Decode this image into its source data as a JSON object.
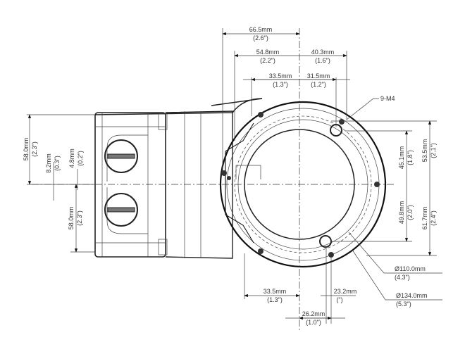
{
  "drawing": {
    "top_dims": [
      {
        "mm": "66.5mm",
        "in": "(2.6\")"
      },
      {
        "mm": "54.8mm",
        "in": "(2.2\")"
      },
      {
        "mm": "40.3mm",
        "in": "(1.6\")"
      },
      {
        "mm": "33.5mm",
        "in": "(1.3\")"
      },
      {
        "mm": "31.5mm",
        "in": "(1.2\")"
      }
    ],
    "thread_label": "9-M4",
    "left_dims": [
      {
        "mm": "58.0mm",
        "in": "(2.3\")"
      },
      {
        "mm": "8.2mm",
        "in": "(0.3\")"
      },
      {
        "mm": "4.8mm",
        "in": "(0.2\")"
      },
      {
        "mm": "58.0mm",
        "in": "(2.3\")"
      }
    ],
    "right_dims": [
      {
        "mm": "45.1mm",
        "in": "(1.8\")"
      },
      {
        "mm": "53.5mm",
        "in": "(2.1\")"
      },
      {
        "mm": "49.8mm",
        "in": "(2.0\")"
      },
      {
        "mm": "61.7mm",
        "in": "(2.4\")"
      }
    ],
    "diameters": [
      {
        "mm": "Ø110.0mm",
        "in": "(4.3\")"
      },
      {
        "mm": "Ø134.0mm",
        "in": "(5.3\")"
      }
    ],
    "bottom_dims": [
      {
        "mm": "33.5mm",
        "in": "(1.3\")"
      },
      {
        "mm": "23.2mm",
        "in": "(\")"
      },
      {
        "mm": "26.2mm",
        "in": "(1.0\")"
      }
    ]
  }
}
